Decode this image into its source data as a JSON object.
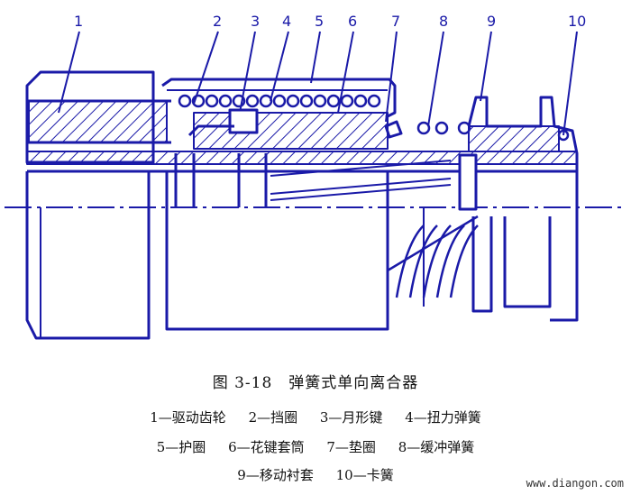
{
  "labels": [
    "1",
    "2",
    "3",
    "4",
    "5",
    "6",
    "7",
    "8",
    "9",
    "10"
  ],
  "title": "图 3-18　弹簧式单向离合器",
  "legend": [
    [
      "1—驱动齿轮",
      "2—挡圈",
      "3—月形键",
      "4—扭力弹簧"
    ],
    [
      "5—护圈",
      "6—花键套筒",
      "7—垫圈",
      "8—缓冲弹簧"
    ],
    [
      "9—移动衬套",
      "10—卡簧"
    ]
  ],
  "watermark": "www.diangon.com",
  "colors": {
    "ink": "#1a1aa8"
  }
}
